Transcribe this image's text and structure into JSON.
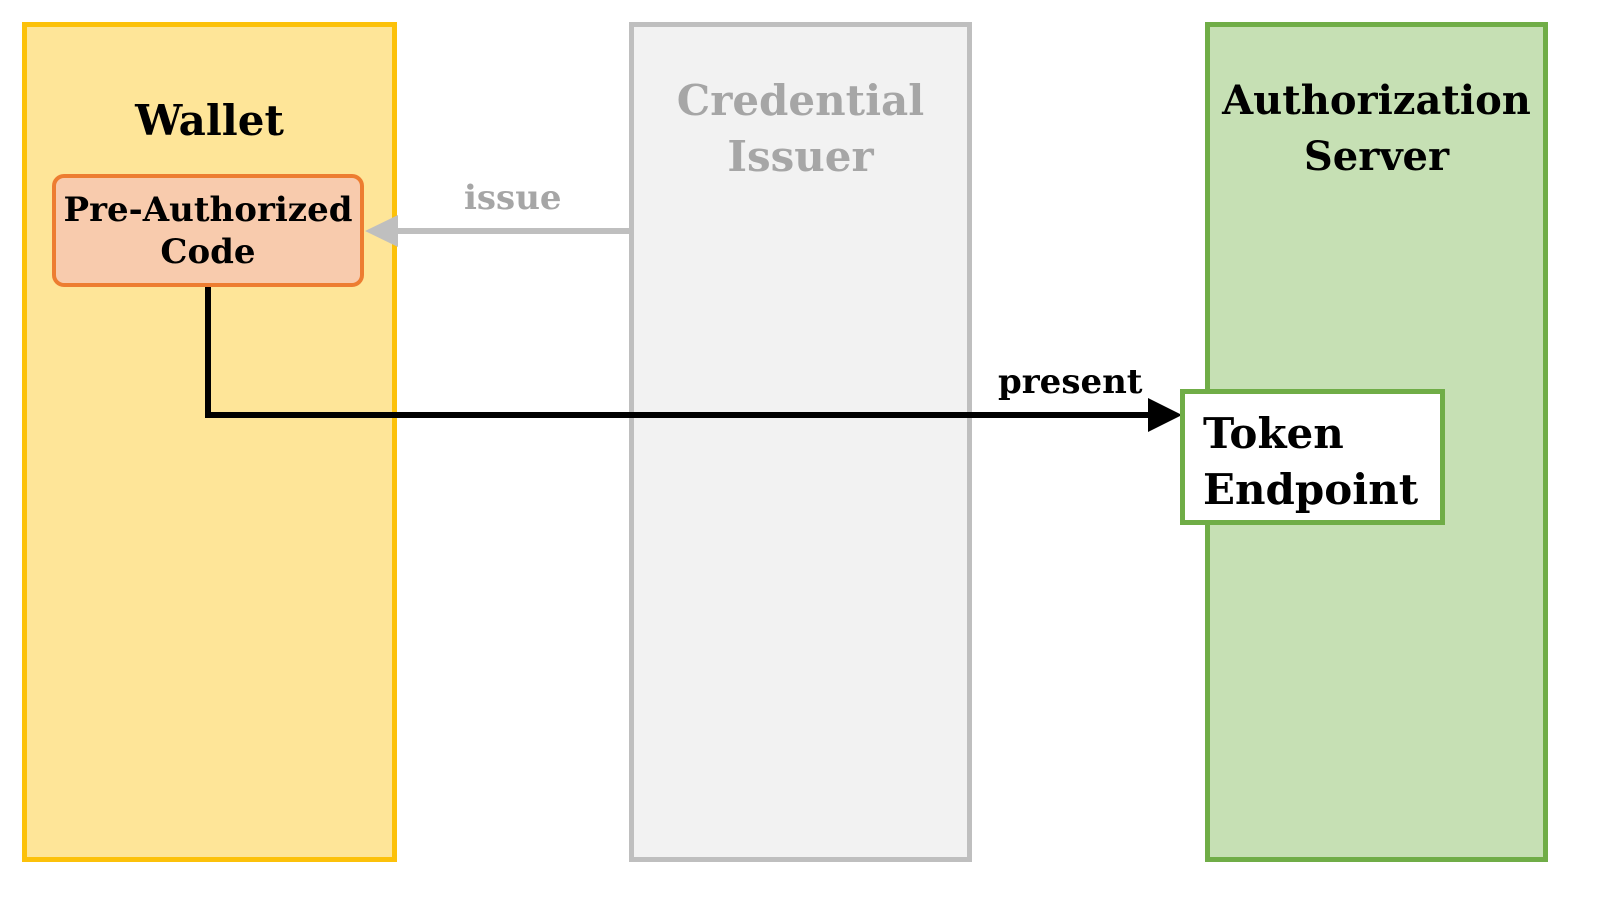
{
  "lanes": {
    "wallet": {
      "title": "Wallet"
    },
    "issuer": {
      "title": "Credential\nIssuer"
    },
    "auth_server": {
      "title": "Authorization\nServer"
    }
  },
  "nodes": {
    "pre_authorized_code": "Pre-Authorized\nCode",
    "token_endpoint": "Token\nEndpoint"
  },
  "edges": {
    "issue": "issue",
    "present": "present"
  },
  "colors": {
    "wallet_fill": "#fee598",
    "wallet_border": "#fcc10a",
    "issuer_fill": "#f2f2f2",
    "issuer_border": "#bfbfbf",
    "auth_fill": "#c6e0b4",
    "auth_border": "#70ad47",
    "code_fill": "#f8cbad",
    "code_border": "#ed7d31",
    "issue_arrow": "#bfbfbf",
    "present_arrow": "#000000"
  }
}
